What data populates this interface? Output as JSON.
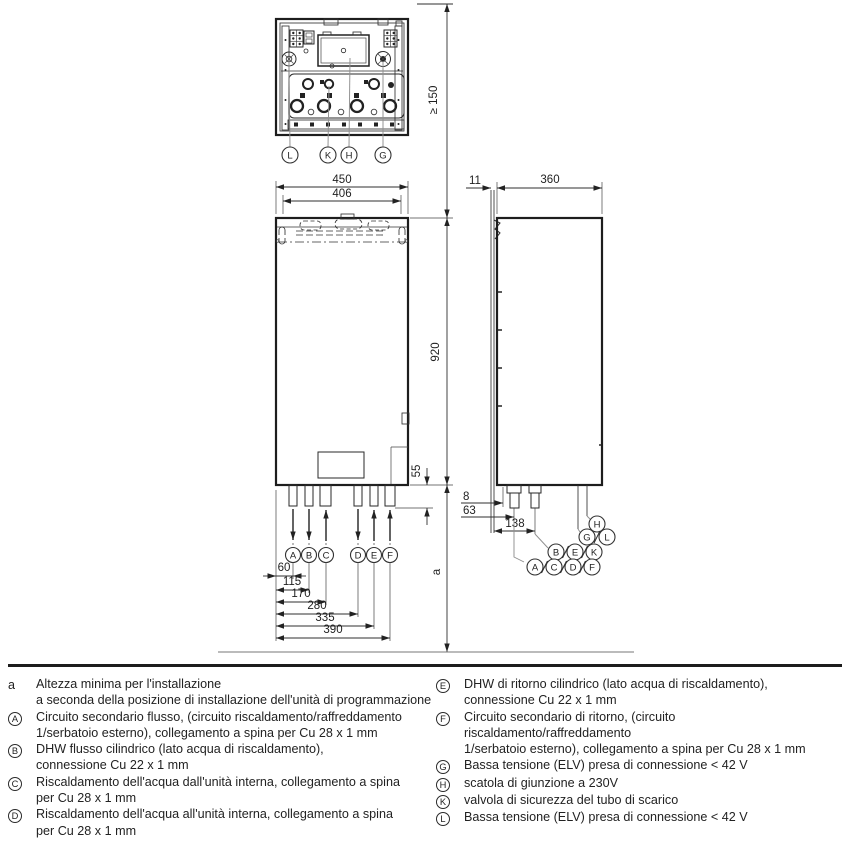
{
  "figure": {
    "dims": {
      "clearance_top": "≥ 150",
      "width_outer": "450",
      "width_inner": "406",
      "height": "920",
      "conn_height": "55",
      "install_height_label": "a",
      "front_offsets": [
        "60",
        "115",
        "170",
        "280",
        "335",
        "390"
      ],
      "wall_gap": "11",
      "depth": "360",
      "side_offsets": [
        "8",
        "63",
        "138"
      ]
    },
    "top_callouts": [
      "L",
      "K",
      "H",
      "G"
    ],
    "front_callouts": [
      "A",
      "B",
      "C",
      "D",
      "E",
      "F"
    ],
    "side_callouts": {
      "row1": [
        "H"
      ],
      "row2": [
        "G",
        "L"
      ],
      "row3": [
        "B",
        "E",
        "K"
      ],
      "row4": [
        "A",
        "C",
        "D",
        "F"
      ]
    }
  },
  "legend": {
    "left": [
      {
        "marker": "a",
        "line1": "Altezza minima per l'installazione",
        "line2": "a seconda della posizione di installazione dell'unità di programmazione"
      },
      {
        "marker": "A",
        "line1": "Circuito secondario flusso, (circuito riscaldamento/raffreddamento",
        "line2": "1/serbatoio esterno), collegamento a spina per Cu 28 x 1 mm"
      },
      {
        "marker": "B",
        "line1": "DHW flusso cilindrico (lato acqua di riscaldamento),",
        "line2": "connessione Cu 22 x 1 mm"
      },
      {
        "marker": "C",
        "line1": "Riscaldamento dell'acqua dall'unità interna, collegamento a spina",
        "line2": "per Cu 28 x 1 mm"
      },
      {
        "marker": "D",
        "line1": "Riscaldamento dell'acqua all'unità interna, collegamento a spina",
        "line2": "per Cu 28 x 1 mm"
      }
    ],
    "right": [
      {
        "marker": "E",
        "line1": "DHW di ritorno cilindrico (lato acqua di riscaldamento),",
        "line2": "connessione Cu 22 x 1 mm"
      },
      {
        "marker": "F",
        "line1": "Circuito secondario di ritorno, (circuito riscaldamento/raffreddamento",
        "line2": "1/serbatoio esterno), collegamento a spina per Cu 28 x 1 mm"
      },
      {
        "marker": "G",
        "line1": "Bassa tensione (ELV) presa di connessione < 42 V"
      },
      {
        "marker": "H",
        "line1": "scatola di giunzione a 230V"
      },
      {
        "marker": "K",
        "line1": "valvola di sicurezza del tubo di scarico"
      },
      {
        "marker": "L",
        "line1": "Bassa tensione (ELV) presa di connessione < 42 V"
      }
    ]
  }
}
